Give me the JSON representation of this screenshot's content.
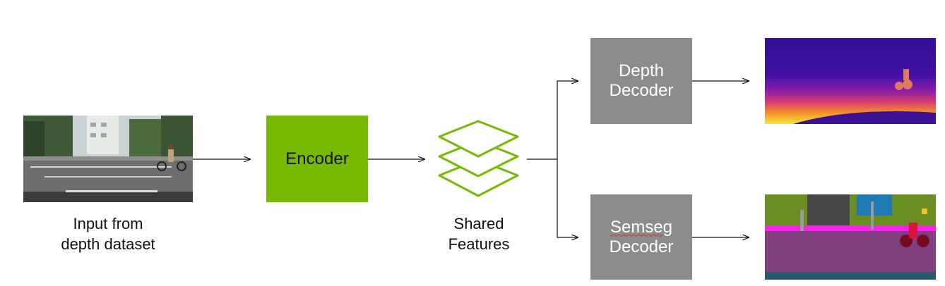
{
  "input": {
    "label_line1": "Input from",
    "label_line2": "depth dataset"
  },
  "encoder": {
    "label": "Encoder"
  },
  "features": {
    "label_line1": "Shared",
    "label_line2": "Features"
  },
  "depth_decoder": {
    "line1": "Depth",
    "line2": "Decoder"
  },
  "semseg_decoder": {
    "line1": "Semseg",
    "line2": "Decoder"
  },
  "colors": {
    "encoder": "#76b900",
    "decoder": "#8c8c8c",
    "features_stroke": "#76b900",
    "arrow": "#111111"
  }
}
